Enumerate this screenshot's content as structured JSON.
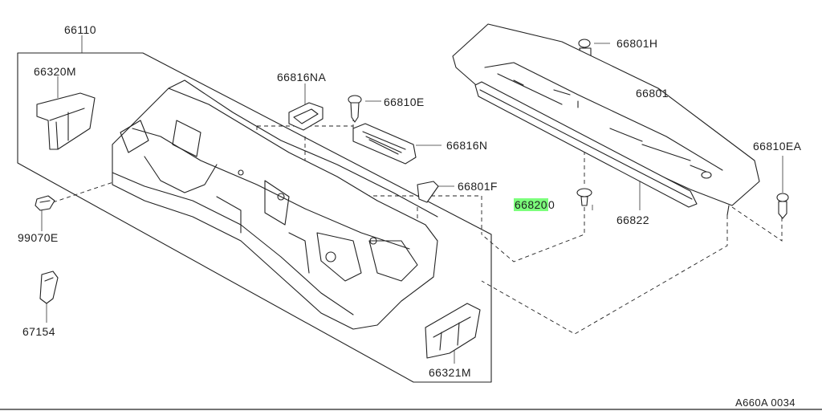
{
  "diagram": {
    "reference_code": "A660A 0034",
    "highlight_color": "#7CFF7C",
    "labels": {
      "p66110": "66110",
      "p66320M": "66320M",
      "p66816NA": "66816NA",
      "p66810E": "66810E",
      "p66816N": "66816N",
      "p66801F": "66801F",
      "p99070E": "99070E",
      "p67154": "67154",
      "p66321M": "66321M",
      "p66801H": "66801H",
      "p66801": "66801",
      "p66810EA": "66810EA",
      "p66820_highlight": "66820",
      "p66820_suffix": "0",
      "p66822": "66822"
    }
  }
}
